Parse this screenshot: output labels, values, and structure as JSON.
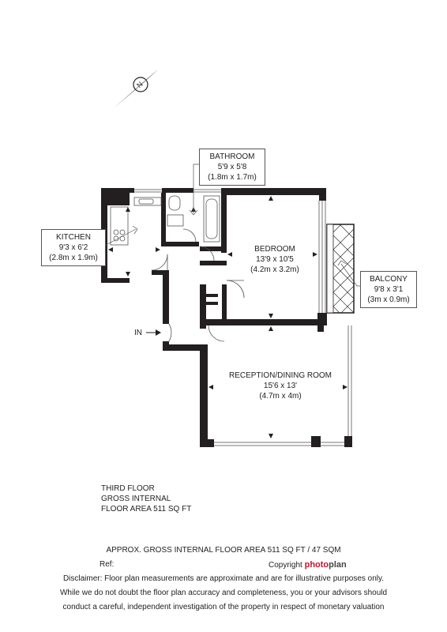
{
  "compass": {
    "north_letter": "N",
    "icon": "north-arrow-icon"
  },
  "rooms": {
    "bathroom": {
      "name": "BATHROOM",
      "imperial": "5'9 x 5'8",
      "metric": "(1.8m x 1.7m)"
    },
    "kitchen": {
      "name": "KITCHEN",
      "imperial": "9'3 x 6'2",
      "metric": "(2.8m x 1.9m)"
    },
    "bedroom": {
      "name": "BEDROOM",
      "imperial": "13'9 x 10'5",
      "metric": "(4.2m x 3.2m)"
    },
    "balcony": {
      "name": "BALCONY",
      "imperial": "9'8 x 3'1",
      "metric": "(3m x 0.9m)"
    },
    "reception": {
      "name": "RECEPTION/DINING ROOM",
      "imperial": "15'6 x 13'",
      "metric": "(4.7m x 4m)"
    }
  },
  "entrance": {
    "label": "IN"
  },
  "floor_info": {
    "line1": "THIRD FLOOR",
    "line2": "GROSS INTERNAL",
    "line3": "FLOOR AREA 511 SQ FT"
  },
  "footer": {
    "approx_area": "APPROX. GROSS INTERNAL FLOOR AREA 511 SQ FT / 47 SQM",
    "ref_label": "Ref:",
    "copyright_label": "Copyright",
    "brand_part1": "photo",
    "brand_part2": "plan",
    "disclaimer_line1": "Disclaimer: Floor plan measurements are approximate and are for illustrative purposes only.",
    "disclaimer_line2": "While we do not doubt the floor plan accuracy and completeness, you or your advisors should",
    "disclaimer_line3": "conduct a careful, independent investigation of the property in respect of monetary valuation"
  },
  "colors": {
    "wall": "#231f20",
    "brand_accent": "#c8102e",
    "window": "#9a9a9a"
  }
}
